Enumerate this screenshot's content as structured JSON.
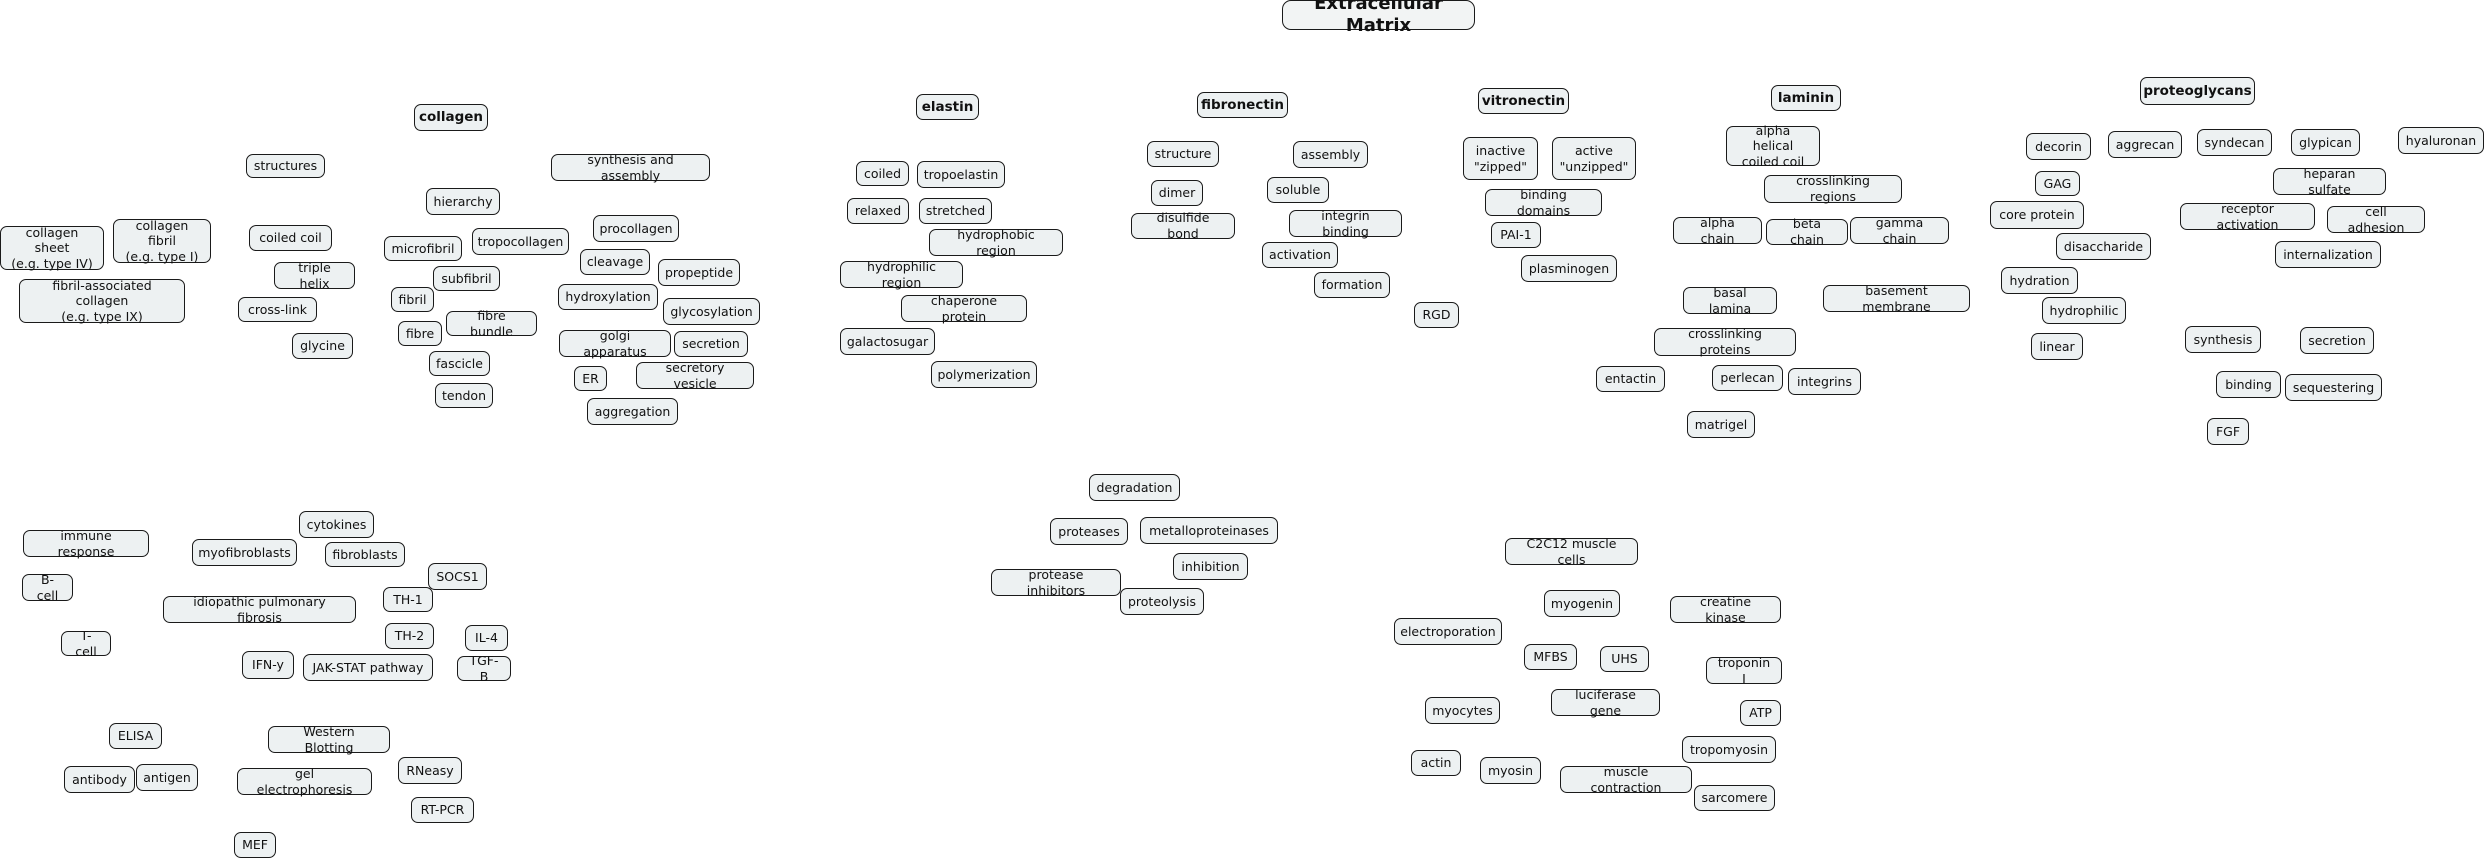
{
  "title": "Extracellular Matrix",
  "nodes": [
    {
      "id": "collagen",
      "text": "collagen",
      "hub": true
    },
    {
      "id": "structures",
      "text": "structures"
    },
    {
      "id": "synthesis-and-assembly",
      "text": "synthesis and assembly"
    },
    {
      "id": "hierarchy",
      "text": "hierarchy"
    },
    {
      "id": "collagen-sheet",
      "text": "collagen sheet\n(e.g. type IV)"
    },
    {
      "id": "collagen-fibril",
      "text": "collagen fibril\n(e.g. type I)"
    },
    {
      "id": "fibril-associated-collagen",
      "text": "fibril-associated collagen\n(e.g. type IX)"
    },
    {
      "id": "coiled-coil",
      "text": "coiled coil"
    },
    {
      "id": "triple-helix",
      "text": "triple helix"
    },
    {
      "id": "cross-link",
      "text": "cross-link"
    },
    {
      "id": "glycine",
      "text": "glycine"
    },
    {
      "id": "microfibril",
      "text": "microfibril"
    },
    {
      "id": "tropocollagen",
      "text": "tropocollagen"
    },
    {
      "id": "subfibril",
      "text": "subfibril"
    },
    {
      "id": "fibril",
      "text": "fibril"
    },
    {
      "id": "fibre",
      "text": "fibre"
    },
    {
      "id": "fibre-bundle",
      "text": "fibre bundle"
    },
    {
      "id": "fascicle",
      "text": "fascicle"
    },
    {
      "id": "tendon",
      "text": "tendon"
    },
    {
      "id": "procollagen",
      "text": "procollagen"
    },
    {
      "id": "cleavage",
      "text": "cleavage"
    },
    {
      "id": "propeptide",
      "text": "propeptide"
    },
    {
      "id": "hydroxylation",
      "text": "hydroxylation"
    },
    {
      "id": "glycosylation",
      "text": "glycosylation"
    },
    {
      "id": "golgi-apparatus",
      "text": "golgi apparatus"
    },
    {
      "id": "secretion-collagen",
      "text": "secretion"
    },
    {
      "id": "er",
      "text": "ER"
    },
    {
      "id": "secretory-vesicle",
      "text": "secretory vesicle"
    },
    {
      "id": "aggregation",
      "text": "aggregation"
    },
    {
      "id": "elastin",
      "text": "elastin",
      "hub": true
    },
    {
      "id": "coiled",
      "text": "coiled"
    },
    {
      "id": "tropoelastin",
      "text": "tropoelastin"
    },
    {
      "id": "relaxed",
      "text": "relaxed"
    },
    {
      "id": "stretched",
      "text": "stretched"
    },
    {
      "id": "hydrophobic-region",
      "text": "hydrophobic region"
    },
    {
      "id": "hydrophilic-region",
      "text": "hydrophilic region"
    },
    {
      "id": "chaperone-protein",
      "text": "chaperone protein"
    },
    {
      "id": "galactosugar",
      "text": "galactosugar"
    },
    {
      "id": "polymerization",
      "text": "polymerization"
    },
    {
      "id": "fibronectin",
      "text": "fibronectin",
      "hub": true
    },
    {
      "id": "structure",
      "text": "structure"
    },
    {
      "id": "assembly",
      "text": "assembly"
    },
    {
      "id": "dimer",
      "text": "dimer"
    },
    {
      "id": "soluble",
      "text": "soluble"
    },
    {
      "id": "disulfide-bond",
      "text": "disulfide bond"
    },
    {
      "id": "integrin-binding",
      "text": "integrin binding"
    },
    {
      "id": "activation",
      "text": "activation"
    },
    {
      "id": "formation",
      "text": "formation"
    },
    {
      "id": "vitronectin",
      "text": "vitronectin",
      "hub": true
    },
    {
      "id": "inactive-zipped",
      "text": "inactive\n\"zipped\""
    },
    {
      "id": "active-unzipped",
      "text": "active\n\"unzipped\""
    },
    {
      "id": "binding-domains",
      "text": "binding domains"
    },
    {
      "id": "pai-1",
      "text": "PAI-1"
    },
    {
      "id": "plasminogen",
      "text": "plasminogen"
    },
    {
      "id": "rgd",
      "text": "RGD"
    },
    {
      "id": "laminin",
      "text": "laminin",
      "hub": true
    },
    {
      "id": "alpha-helical-coiled-coil",
      "text": "alpha helical\ncoiled coil"
    },
    {
      "id": "crosslinking-regions",
      "text": "crosslinking regions"
    },
    {
      "id": "alpha-chain",
      "text": "alpha chain"
    },
    {
      "id": "beta-chain",
      "text": "beta chain"
    },
    {
      "id": "gamma-chain",
      "text": "gamma chain"
    },
    {
      "id": "basal-lamina",
      "text": "basal lamina"
    },
    {
      "id": "basement-membrane",
      "text": "basement membrane"
    },
    {
      "id": "crosslinking-proteins",
      "text": "crosslinking proteins"
    },
    {
      "id": "entactin",
      "text": "entactin"
    },
    {
      "id": "perlecan",
      "text": "perlecan"
    },
    {
      "id": "integrins",
      "text": "integrins"
    },
    {
      "id": "matrigel",
      "text": "matrigel"
    },
    {
      "id": "proteoglycans",
      "text": "proteoglycans",
      "hub": true
    },
    {
      "id": "decorin",
      "text": "decorin"
    },
    {
      "id": "aggrecan",
      "text": "aggrecan"
    },
    {
      "id": "syndecan",
      "text": "syndecan"
    },
    {
      "id": "glypican",
      "text": "glypican"
    },
    {
      "id": "hyaluronan",
      "text": "hyaluronan"
    },
    {
      "id": "gag",
      "text": "GAG"
    },
    {
      "id": "heparan-sulfate",
      "text": "heparan sulfate"
    },
    {
      "id": "core-protein",
      "text": "core protein"
    },
    {
      "id": "receptor-activation",
      "text": "receptor activation"
    },
    {
      "id": "cell-adhesion",
      "text": "cell adhesion"
    },
    {
      "id": "disaccharide",
      "text": "disaccharide"
    },
    {
      "id": "internalization",
      "text": "internalization"
    },
    {
      "id": "hydration",
      "text": "hydration"
    },
    {
      "id": "hydrophilic",
      "text": "hydrophilic"
    },
    {
      "id": "linear",
      "text": "linear"
    },
    {
      "id": "synthesis",
      "text": "synthesis"
    },
    {
      "id": "secretion-proteoglycans",
      "text": "secretion"
    },
    {
      "id": "binding",
      "text": "binding"
    },
    {
      "id": "sequestering",
      "text": "sequestering"
    },
    {
      "id": "fgf",
      "text": "FGF"
    },
    {
      "id": "degradation",
      "text": "degradation"
    },
    {
      "id": "proteases",
      "text": "proteases"
    },
    {
      "id": "metalloproteinases",
      "text": "metalloproteinases"
    },
    {
      "id": "inhibition",
      "text": "inhibition"
    },
    {
      "id": "protease-inhibitors",
      "text": "protease inhibitors"
    },
    {
      "id": "proteolysis",
      "text": "proteolysis"
    },
    {
      "id": "immune-response",
      "text": "immune response"
    },
    {
      "id": "b-cell",
      "text": "B-cell"
    },
    {
      "id": "t-cell",
      "text": "T-cell"
    },
    {
      "id": "cytokines",
      "text": "cytokines"
    },
    {
      "id": "myofibroblasts",
      "text": "myofibroblasts"
    },
    {
      "id": "fibroblasts",
      "text": "fibroblasts"
    },
    {
      "id": "socs1",
      "text": "SOCS1"
    },
    {
      "id": "idiopathic-pulmonary-fibrosis",
      "text": "idiopathic pulmonary fibrosis"
    },
    {
      "id": "th-1",
      "text": "TH-1"
    },
    {
      "id": "th-2",
      "text": "TH-2"
    },
    {
      "id": "il-4",
      "text": "IL-4"
    },
    {
      "id": "ifn-y",
      "text": "IFN-y"
    },
    {
      "id": "jak-stat-pathway",
      "text": "JAK-STAT pathway"
    },
    {
      "id": "tgf-b",
      "text": "TGF-B"
    },
    {
      "id": "elisa",
      "text": "ELISA"
    },
    {
      "id": "western-blotting",
      "text": "Western Blotting"
    },
    {
      "id": "antibody",
      "text": "antibody"
    },
    {
      "id": "antigen",
      "text": "antigen"
    },
    {
      "id": "gel-electrophoresis",
      "text": "gel electrophoresis"
    },
    {
      "id": "rneasy",
      "text": "RNeasy"
    },
    {
      "id": "rt-pcr",
      "text": "RT-PCR"
    },
    {
      "id": "mef",
      "text": "MEF"
    },
    {
      "id": "c2c12-muscle-cells",
      "text": "C2C12 muscle cells"
    },
    {
      "id": "myogenin",
      "text": "myogenin"
    },
    {
      "id": "creatine-kinase",
      "text": "creatine kinase"
    },
    {
      "id": "electroporation",
      "text": "electroporation"
    },
    {
      "id": "mfbs",
      "text": "MFBS"
    },
    {
      "id": "uhs",
      "text": "UHS"
    },
    {
      "id": "troponin-i",
      "text": "troponin I"
    },
    {
      "id": "myocytes",
      "text": "myocytes"
    },
    {
      "id": "luciferase-gene",
      "text": "luciferase gene"
    },
    {
      "id": "atp",
      "text": "ATP"
    },
    {
      "id": "tropomyosin",
      "text": "tropomyosin"
    },
    {
      "id": "actin",
      "text": "actin"
    },
    {
      "id": "myosin",
      "text": "myosin"
    },
    {
      "id": "muscle-contraction",
      "text": "muscle contraction"
    },
    {
      "id": "sarcomere",
      "text": "sarcomere"
    }
  ]
}
